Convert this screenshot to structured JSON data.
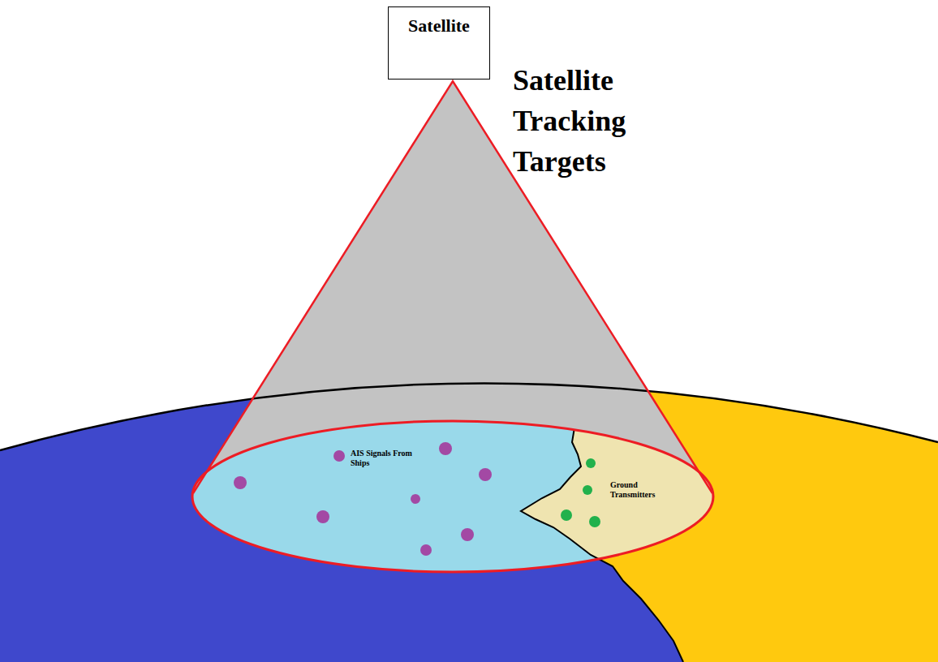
{
  "diagram": {
    "title": "Satellite Tracking Targets",
    "nodes": [
      {
        "text": [
          "Satellite"
        ]
      }
    ],
    "labels": [
      "AIS Signals From Ships",
      "Ground Transmitters"
    ]
  }
}
